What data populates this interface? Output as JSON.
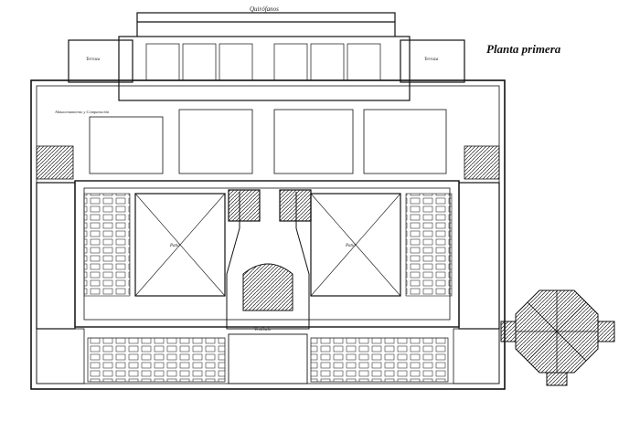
{
  "sheet": {
    "title": "Planta primera"
  },
  "labels": {
    "quirofanos": "Quirófanos",
    "terraza_left": "Terraza",
    "terraza_right": "Terraza",
    "patio_left": "Patio",
    "patio_right": "Patio",
    "vestibulo": "Vestíbulo",
    "almacenamiento": "Almacenamiento y Comparación"
  }
}
